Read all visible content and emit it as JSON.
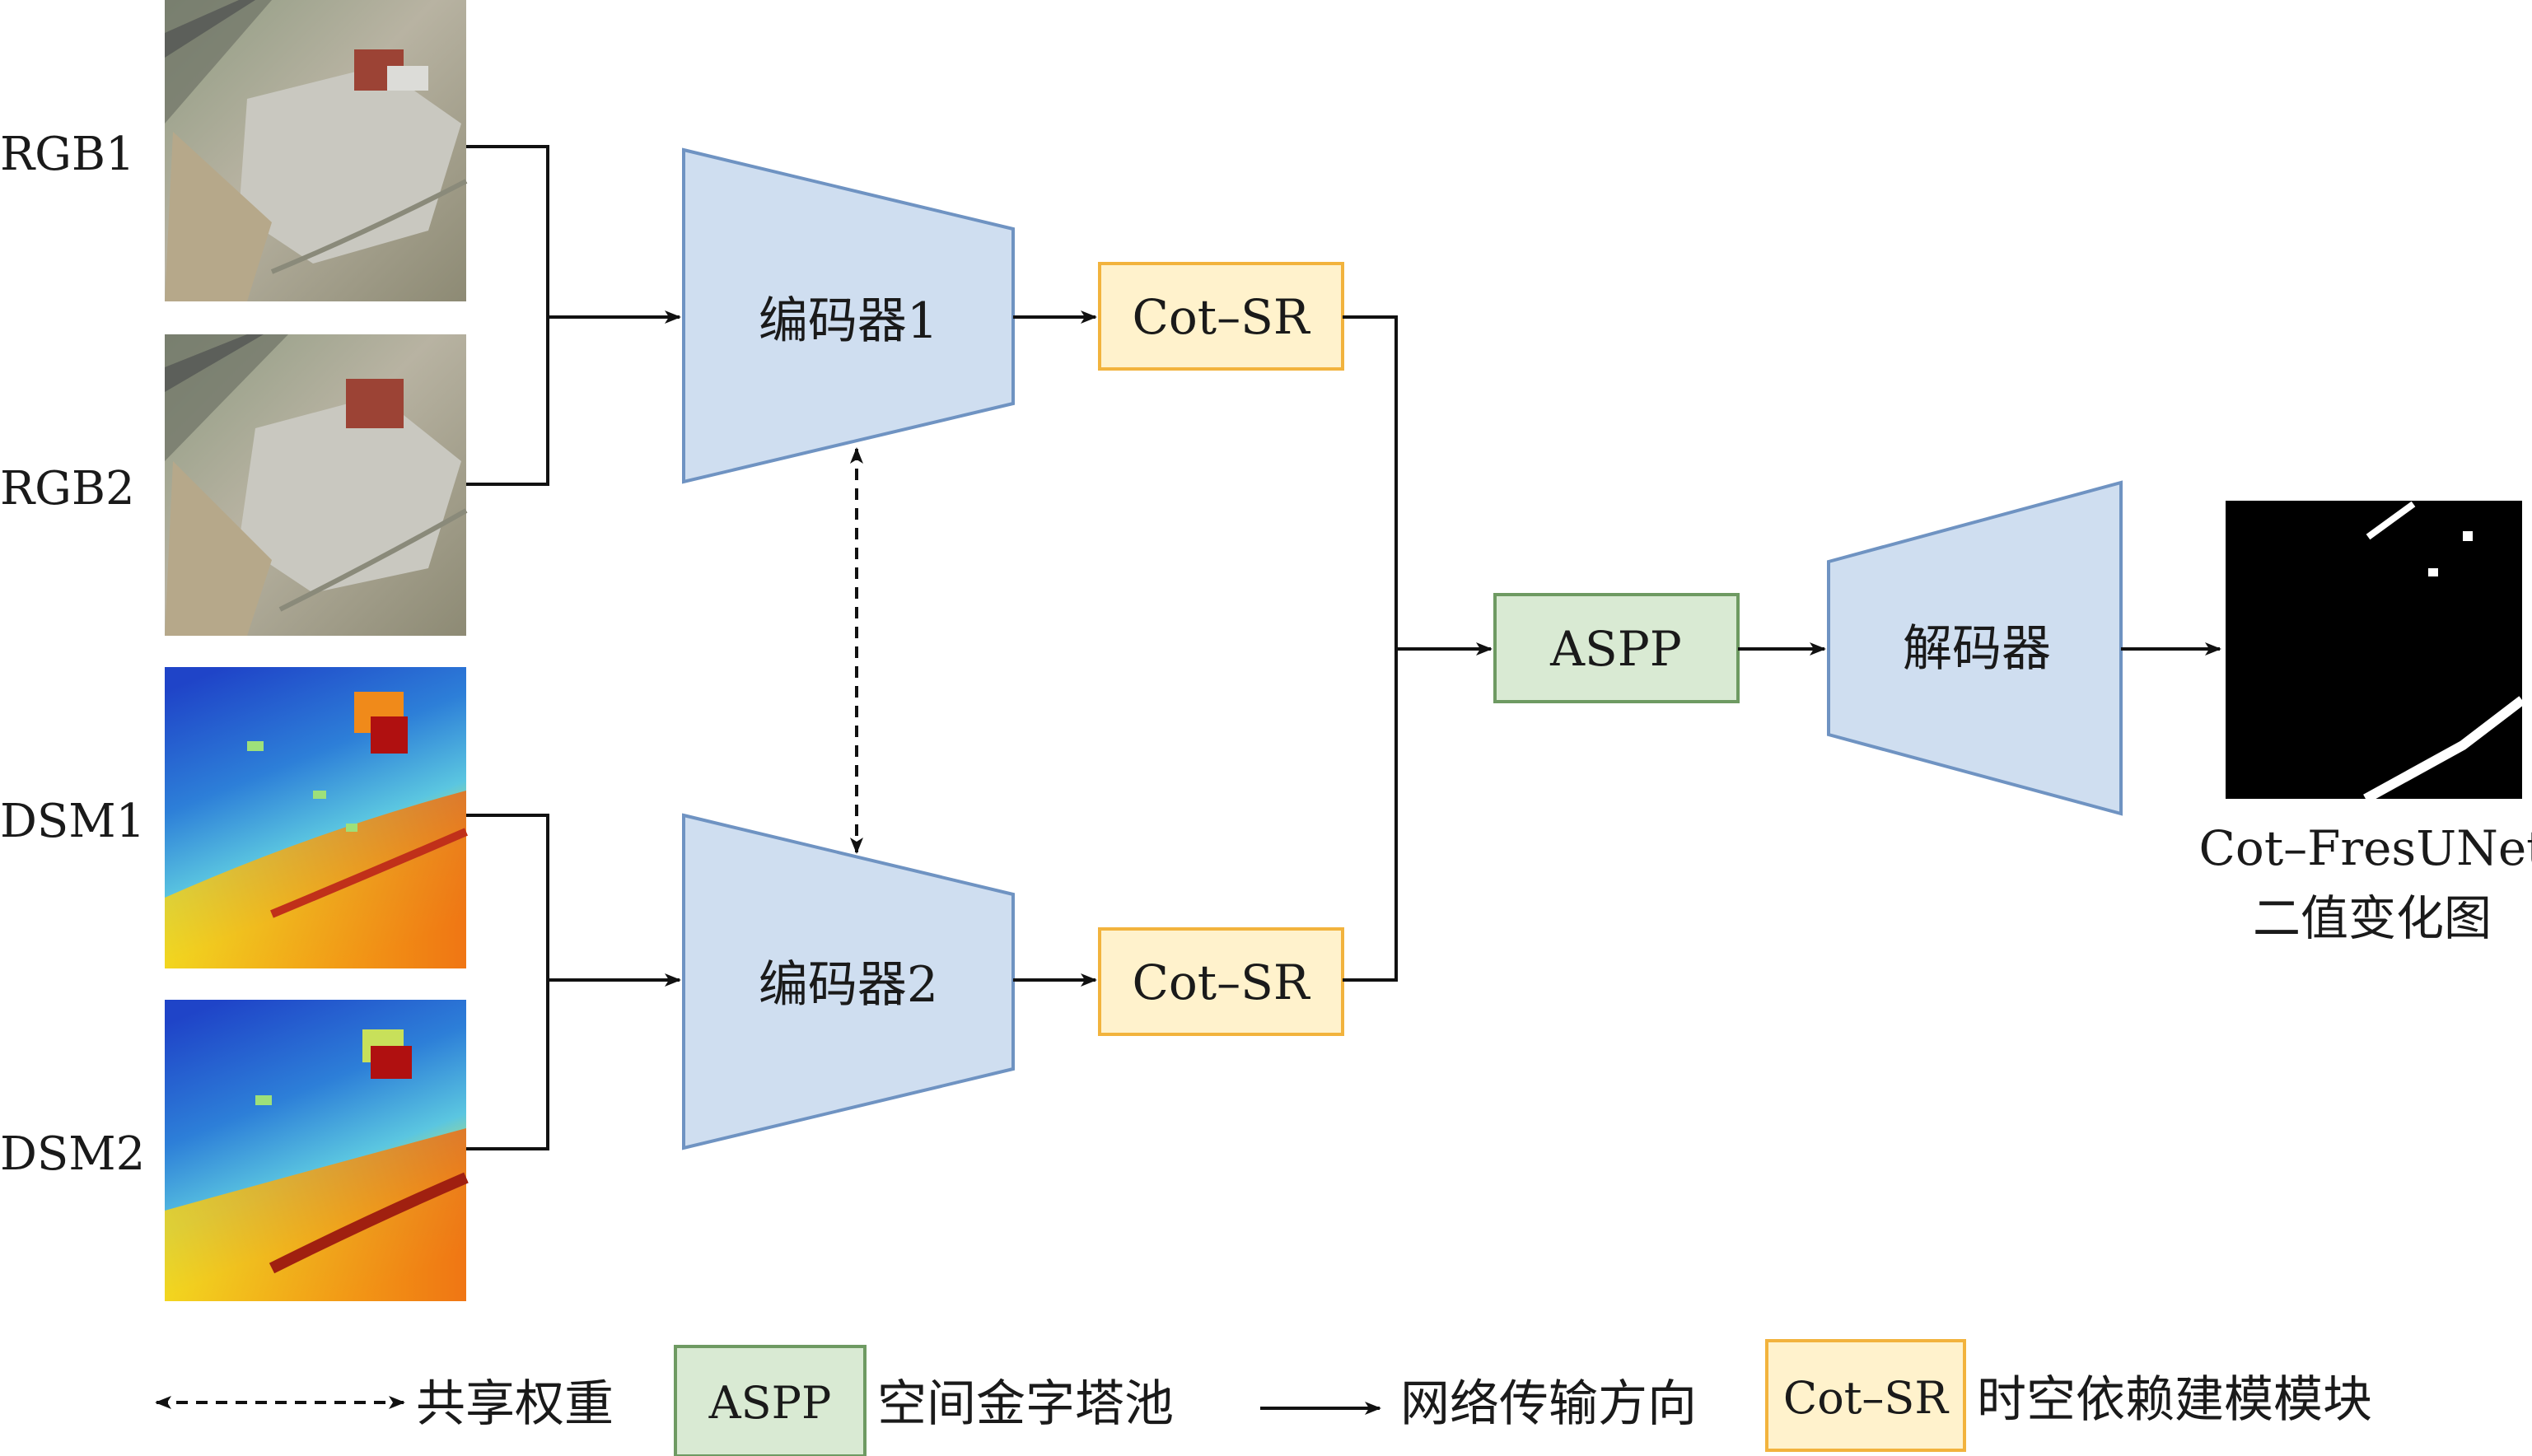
{
  "inputs": {
    "rgb1": "RGB1",
    "rgb2": "RGB2",
    "dsm1": "DSM1",
    "dsm2": "DSM2"
  },
  "encoders": {
    "encoder1": "编码器1",
    "encoder2": "编码器2"
  },
  "modules": {
    "cotsr_top": "Cot–SR",
    "cotsr_bottom": "Cot–SR",
    "aspp": "ASPP",
    "decoder": "解码器"
  },
  "output": {
    "line1": "Cot–FresUNet",
    "line2": "二值变化图"
  },
  "legend": {
    "shared_weights": "共享权重",
    "aspp_box": "ASPP",
    "aspp_desc": "空间金字塔池",
    "flow_desc": "网络传输方向",
    "cotsr_box": "Cot–SR",
    "cotsr_desc": "时空依赖建模模块"
  },
  "colors": {
    "trapezoid_fill": "#cfdef0",
    "trapezoid_stroke": "#6f93c2",
    "cotsr_fill": "#fff2cc",
    "cotsr_stroke": "#f2b33d",
    "aspp_fill": "#d9ead3",
    "aspp_stroke": "#6e9a62",
    "line": "#111111"
  }
}
